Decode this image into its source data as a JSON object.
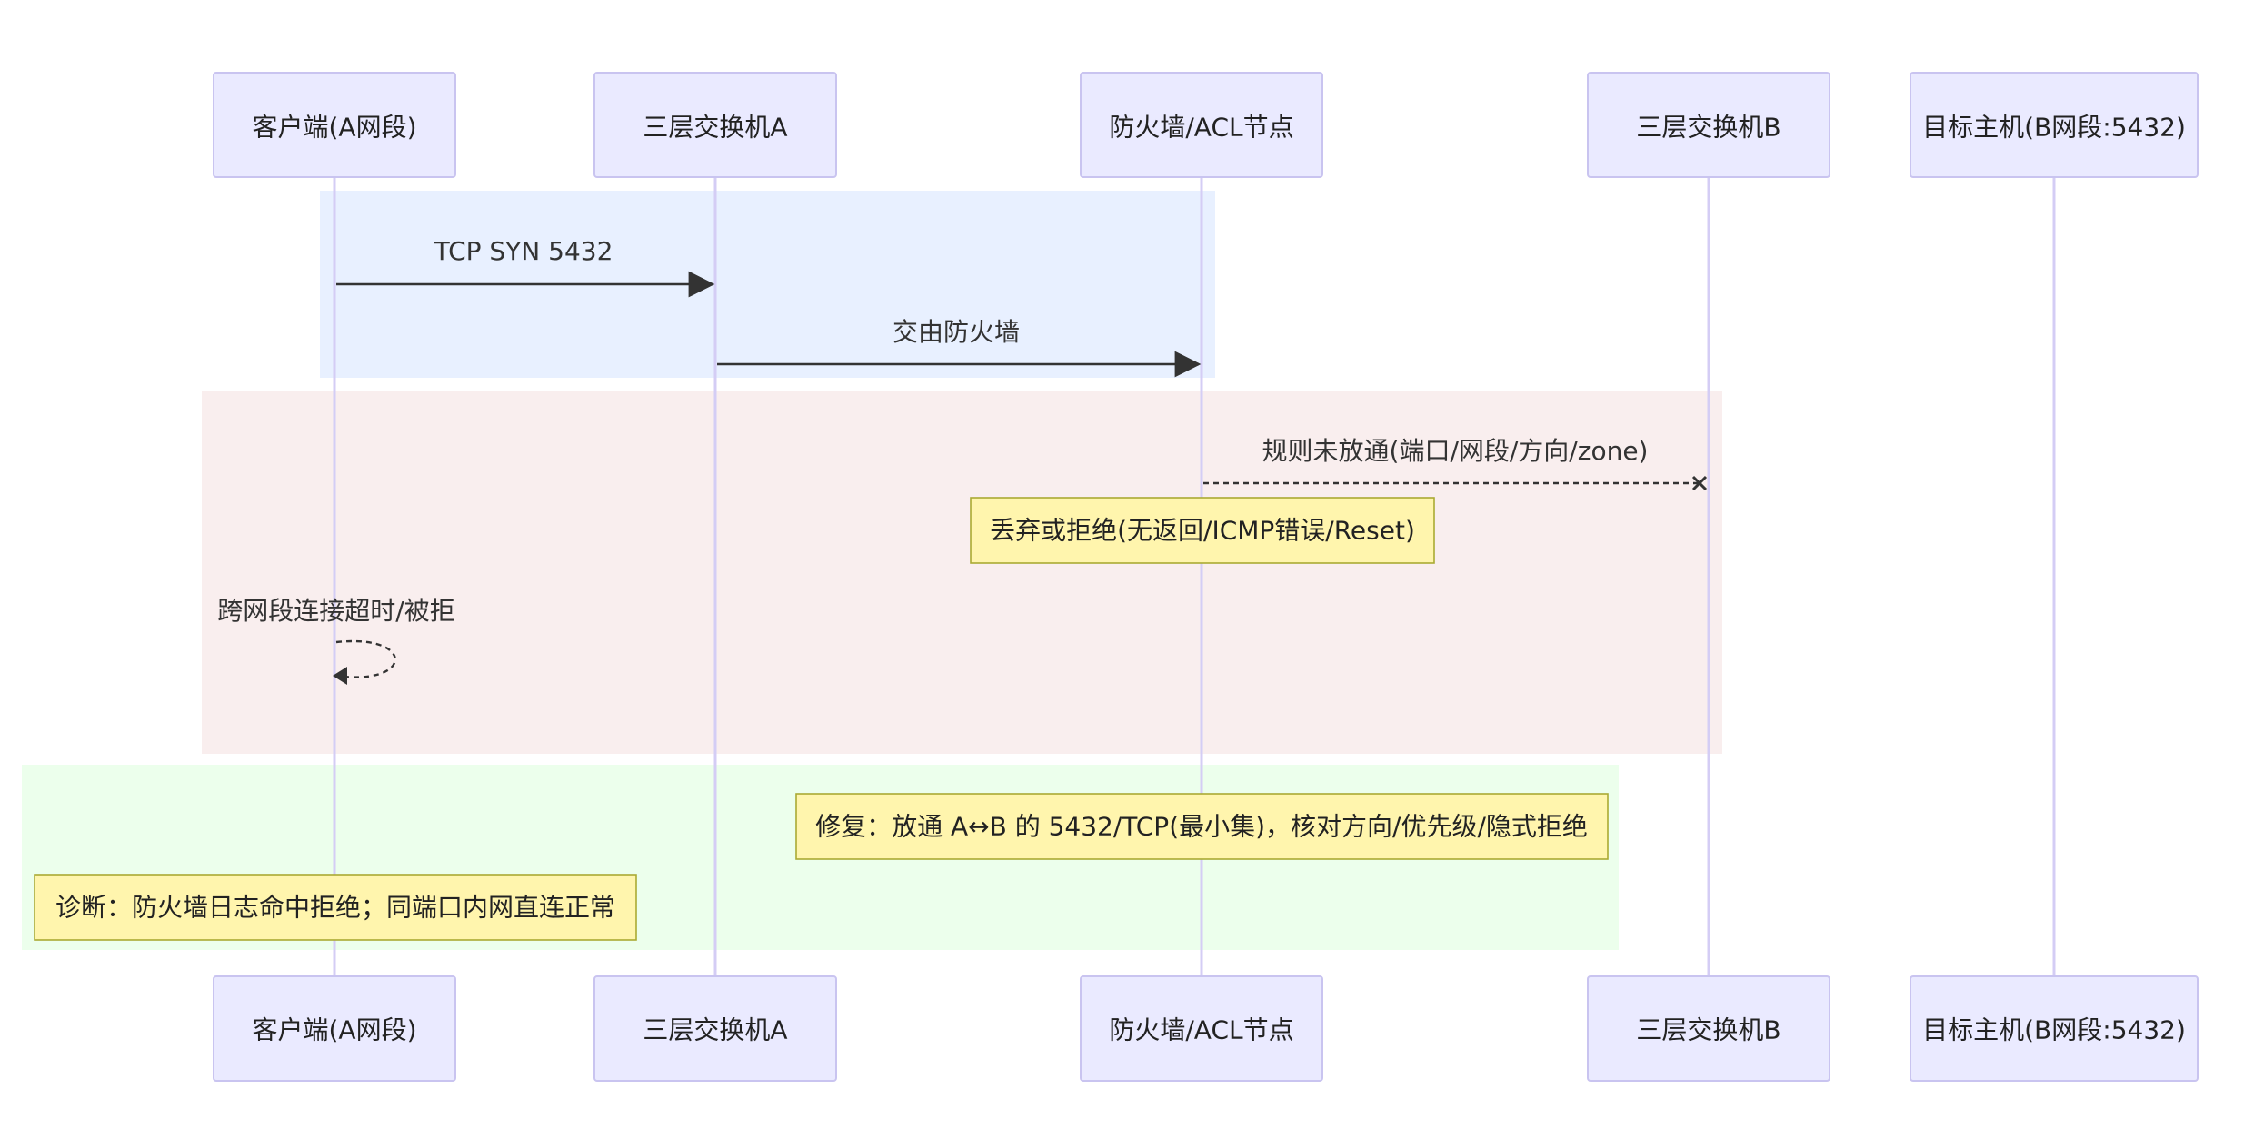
{
  "colors": {
    "actor_fill": "#eaeaff",
    "actor_stroke": "#c9c4f0",
    "region_blue": "#e8f0ff",
    "region_red": "#f9eeee",
    "region_green": "#ecffec",
    "note_fill": "#fff5ad",
    "note_stroke": "#aaaa33",
    "arrow": "#333333"
  },
  "participants": [
    {
      "label": "客户端(A网段)"
    },
    {
      "label": "三层交换机A"
    },
    {
      "label": "防火墙/ACL节点"
    },
    {
      "label": "三层交换机B"
    },
    {
      "label": "目标主机(B网段:5432)"
    }
  ],
  "messages": [
    {
      "label": "TCP SYN 5432",
      "from": 0,
      "to": 1,
      "style": "solid",
      "head": "arrow"
    },
    {
      "label": "交由防火墙",
      "from": 1,
      "to": 2,
      "style": "solid",
      "head": "arrow"
    },
    {
      "label": "规则未放通(端口/网段/方向/zone)",
      "from": 2,
      "to": 3,
      "style": "dotted",
      "head": "cross"
    },
    {
      "label": "跨网段连接超时/被拒",
      "from": 0,
      "to": 0,
      "style": "dotted",
      "head": "arrow",
      "self": true
    }
  ],
  "notes": [
    {
      "text": "丢弃或拒绝(无返回/ICMP错误/Reset)"
    },
    {
      "text": "修复：放通 A↔B 的 5432/TCP(最小集)，核对方向/优先级/隐式拒绝"
    },
    {
      "text": "诊断：防火墙日志命中拒绝；同端口内网直连正常"
    }
  ]
}
